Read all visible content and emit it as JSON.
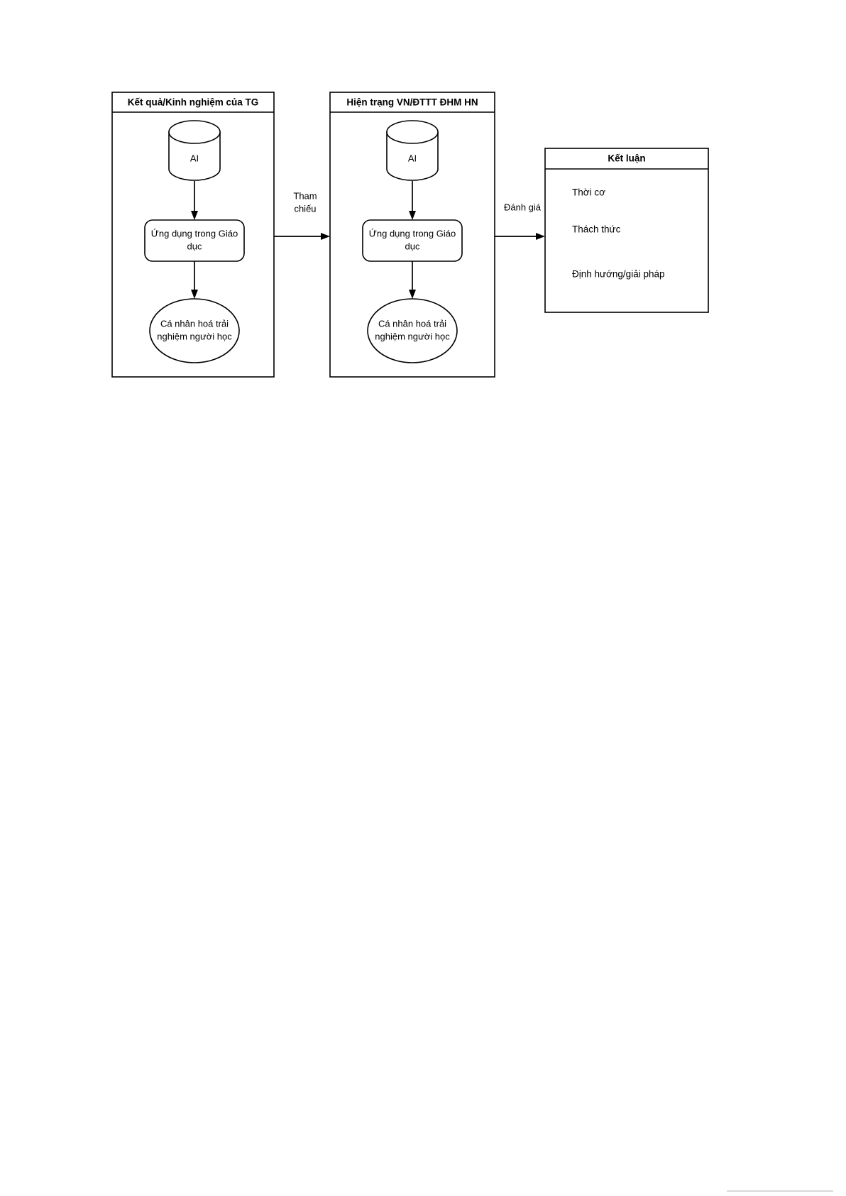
{
  "diagram": {
    "type": "flowchart",
    "background": "#ffffff",
    "stroke_color": "#000000",
    "containers": [
      {
        "id": "world-results",
        "title": "Kết quả/Kinh nghiệm của TG",
        "nodes": [
          {
            "id": "ai-db-1",
            "shape": "cylinder",
            "label": "AI"
          },
          {
            "id": "edu-app-1",
            "shape": "rounded-rect",
            "label_line1": "Ứng dụng trong Giáo",
            "label_line2": "dục"
          },
          {
            "id": "personalize-1",
            "shape": "ellipse",
            "label_line1": "Cá nhân hoá trải",
            "label_line2": "nghiệm người học"
          }
        ]
      },
      {
        "id": "vietnam-status",
        "title": "Hiện trạng VN/ĐTTT ĐHM HN",
        "nodes": [
          {
            "id": "ai-db-2",
            "shape": "cylinder",
            "label": "AI"
          },
          {
            "id": "edu-app-2",
            "shape": "rounded-rect",
            "label_line1": "Ứng dụng trong Giáo",
            "label_line2": "dục"
          },
          {
            "id": "personalize-2",
            "shape": "ellipse",
            "label_line1": "Cá nhân hoá trải",
            "label_line2": "nghiệm người học"
          }
        ]
      }
    ],
    "conclusion": {
      "id": "conclusion",
      "title": "Kết luận",
      "items": [
        "Thời cơ",
        "Thách thức",
        "Định hướng/giải pháp"
      ]
    },
    "edges": [
      {
        "id": "edge-reference",
        "from": "world-results",
        "to": "vietnam-status",
        "label_line1": "Tham",
        "label_line2": "chiếu"
      },
      {
        "id": "edge-evaluate",
        "from": "vietnam-status",
        "to": "conclusion",
        "label_line1": "Đánh giá",
        "label_line2": ""
      }
    ]
  }
}
